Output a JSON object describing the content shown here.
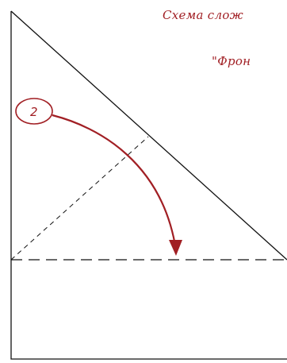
{
  "title": {
    "line1": "Схема слож",
    "line2": "\"Фрон"
  },
  "step": {
    "number": "2"
  },
  "colors": {
    "lines": "#111111",
    "annotation": "#a11f24",
    "background": "#ffffff"
  }
}
